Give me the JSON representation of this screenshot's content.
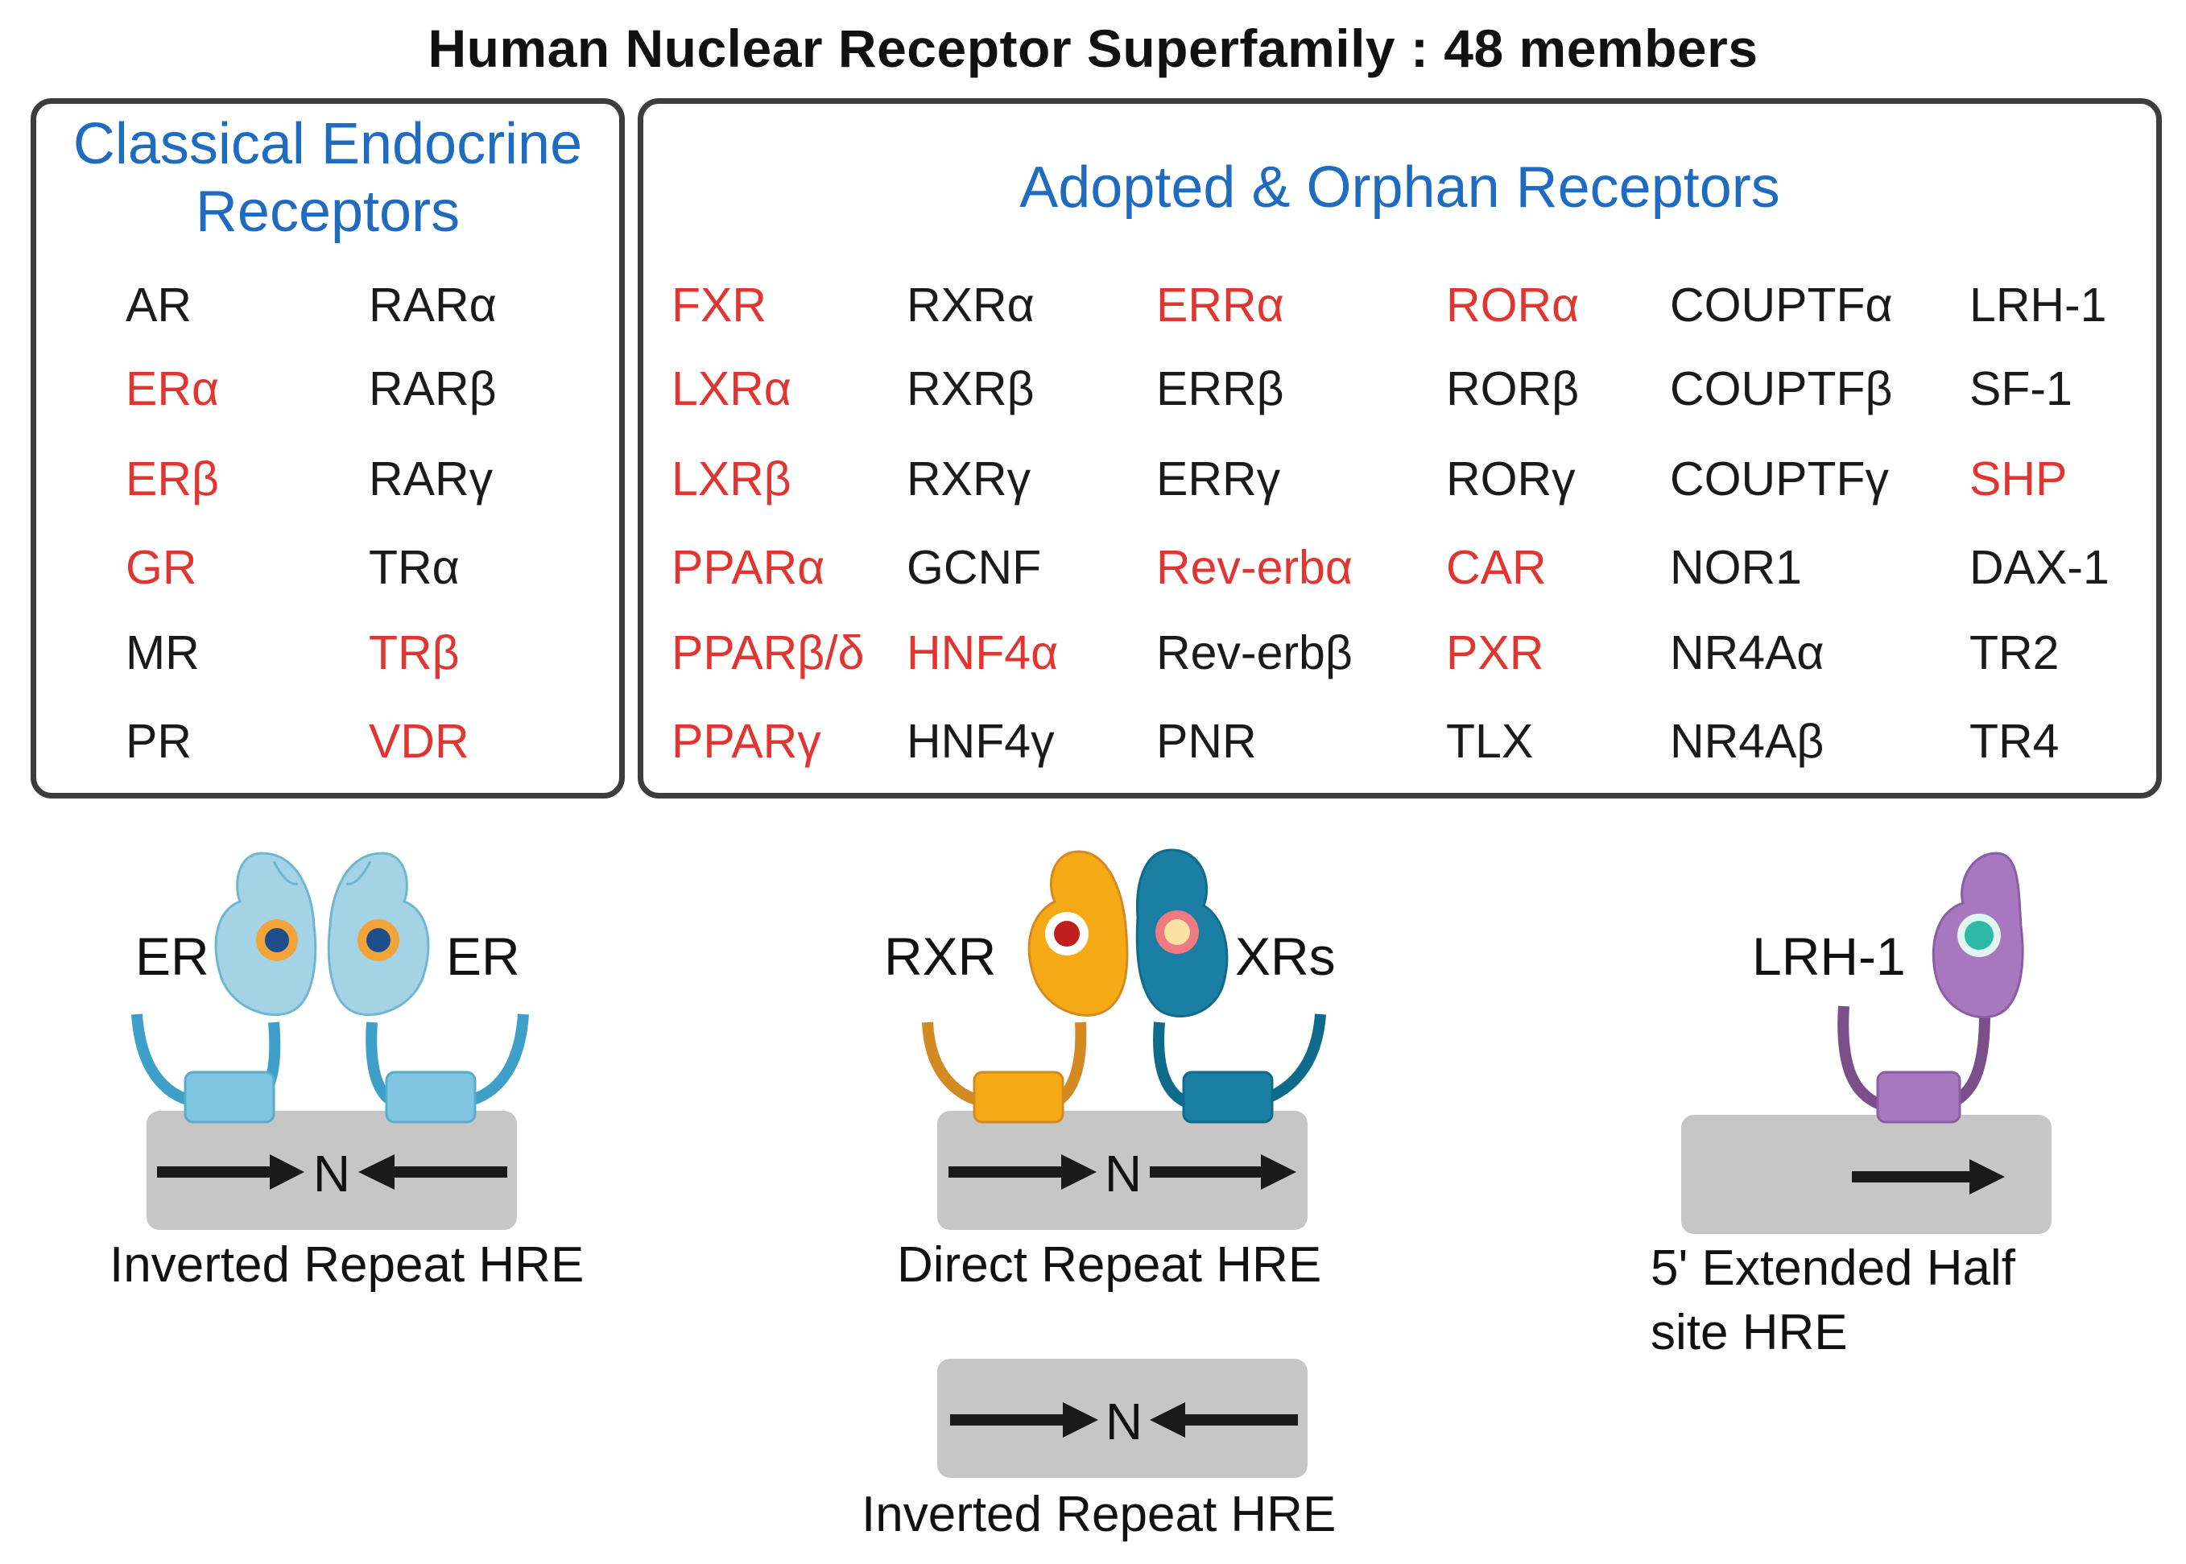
{
  "title": "Human Nuclear Receptor Superfamily : 48 members",
  "colors": {
    "panel_title": "#1f6bbf",
    "highlight": "#e03530",
    "normal_text": "#1a1a1a",
    "border": "#3d3d3d"
  },
  "classical": {
    "title_line1": "Classical Endocrine",
    "title_line2": "Receptors",
    "columns": [
      [
        {
          "name": "AR",
          "highlight": false
        },
        {
          "name": "ERα",
          "highlight": true
        },
        {
          "name": "ERβ",
          "highlight": true
        },
        {
          "name": "GR",
          "highlight": true
        },
        {
          "name": "MR",
          "highlight": false
        },
        {
          "name": "PR",
          "highlight": false
        }
      ],
      [
        {
          "name": "RARα",
          "highlight": false
        },
        {
          "name": "RARβ",
          "highlight": false
        },
        {
          "name": "RARγ",
          "highlight": false
        },
        {
          "name": "TRα",
          "highlight": false
        },
        {
          "name": "TRβ",
          "highlight": true
        },
        {
          "name": "VDR",
          "highlight": true
        }
      ]
    ]
  },
  "adopted": {
    "title": "Adopted & Orphan Receptors",
    "columns": [
      [
        {
          "name": "FXR",
          "highlight": true
        },
        {
          "name": "LXRα",
          "highlight": true
        },
        {
          "name": "LXRβ",
          "highlight": true
        },
        {
          "name": "PPARα",
          "highlight": true
        },
        {
          "name": "PPARβ/δ",
          "highlight": true
        },
        {
          "name": "PPARγ",
          "highlight": true
        }
      ],
      [
        {
          "name": "RXRα",
          "highlight": false
        },
        {
          "name": "RXRβ",
          "highlight": false
        },
        {
          "name": "RXRγ",
          "highlight": false
        },
        {
          "name": "GCNF",
          "highlight": false
        },
        {
          "name": "HNF4α",
          "highlight": true
        },
        {
          "name": "HNF4γ",
          "highlight": false
        }
      ],
      [
        {
          "name": "ERRα",
          "highlight": true
        },
        {
          "name": "ERRβ",
          "highlight": false
        },
        {
          "name": "ERRγ",
          "highlight": false
        },
        {
          "name": "Rev-erbα",
          "highlight": true
        },
        {
          "name": "Rev-erbβ",
          "highlight": false
        },
        {
          "name": "PNR",
          "highlight": false
        }
      ],
      [
        {
          "name": "RORα",
          "highlight": true
        },
        {
          "name": "RORβ",
          "highlight": false
        },
        {
          "name": "RORγ",
          "highlight": false
        },
        {
          "name": "CAR",
          "highlight": true
        },
        {
          "name": "PXR",
          "highlight": true
        },
        {
          "name": "TLX",
          "highlight": false
        }
      ],
      [
        {
          "name": "COUPTFα",
          "highlight": false
        },
        {
          "name": "COUPTFβ",
          "highlight": false
        },
        {
          "name": "COUPTFγ",
          "highlight": false
        },
        {
          "name": "NOR1",
          "highlight": false
        },
        {
          "name": "NR4Aα",
          "highlight": false
        },
        {
          "name": "NR4Aβ",
          "highlight": false
        }
      ],
      [
        {
          "name": "LRH-1",
          "highlight": false
        },
        {
          "name": "SF-1",
          "highlight": false
        },
        {
          "name": "SHP",
          "highlight": true
        },
        {
          "name": "DAX-1",
          "highlight": false
        },
        {
          "name": "TR2",
          "highlight": false
        },
        {
          "name": "TR4",
          "highlight": false
        }
      ]
    ]
  },
  "diagrams": {
    "er": {
      "label_left": "ER",
      "label_right": "ER",
      "spacer": "N",
      "caption": "Inverted Repeat HRE"
    },
    "rxr": {
      "label_left": "RXR",
      "label_right": "XRs",
      "spacer": "N",
      "caption": "Direct Repeat HRE"
    },
    "inverted": {
      "spacer": "N",
      "caption": "Inverted Repeat HRE"
    },
    "lrh": {
      "label": "LRH-1",
      "caption_line1": "5' Extended Half",
      "caption_line2": "site HRE"
    }
  }
}
